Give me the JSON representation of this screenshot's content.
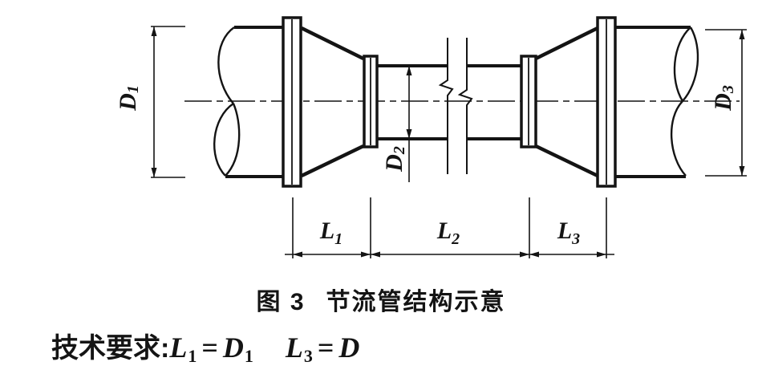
{
  "figure": {
    "caption_label": "图 3",
    "caption_title": "节流管结构示意",
    "tech_prefix": "技术要求:",
    "eq1": {
      "lhs": "L",
      "lhs_sub": "1",
      "eq": "=",
      "rhs": "D",
      "rhs_sub": "1"
    },
    "eq2": {
      "lhs": "L",
      "lhs_sub": "3",
      "eq": "=",
      "rhs": "D",
      "rhs_sub": ""
    }
  },
  "labels": {
    "d1": {
      "base": "D",
      "sub": "1"
    },
    "d2": {
      "base": "D",
      "sub": "2"
    },
    "d3": {
      "base": "D",
      "sub": "3"
    },
    "l1": {
      "base": "L",
      "sub": "1"
    },
    "l2": {
      "base": "L",
      "sub": "2"
    },
    "l3": {
      "base": "L",
      "sub": "3"
    }
  },
  "colors": {
    "line": "#141414",
    "background": "#ffffff"
  }
}
